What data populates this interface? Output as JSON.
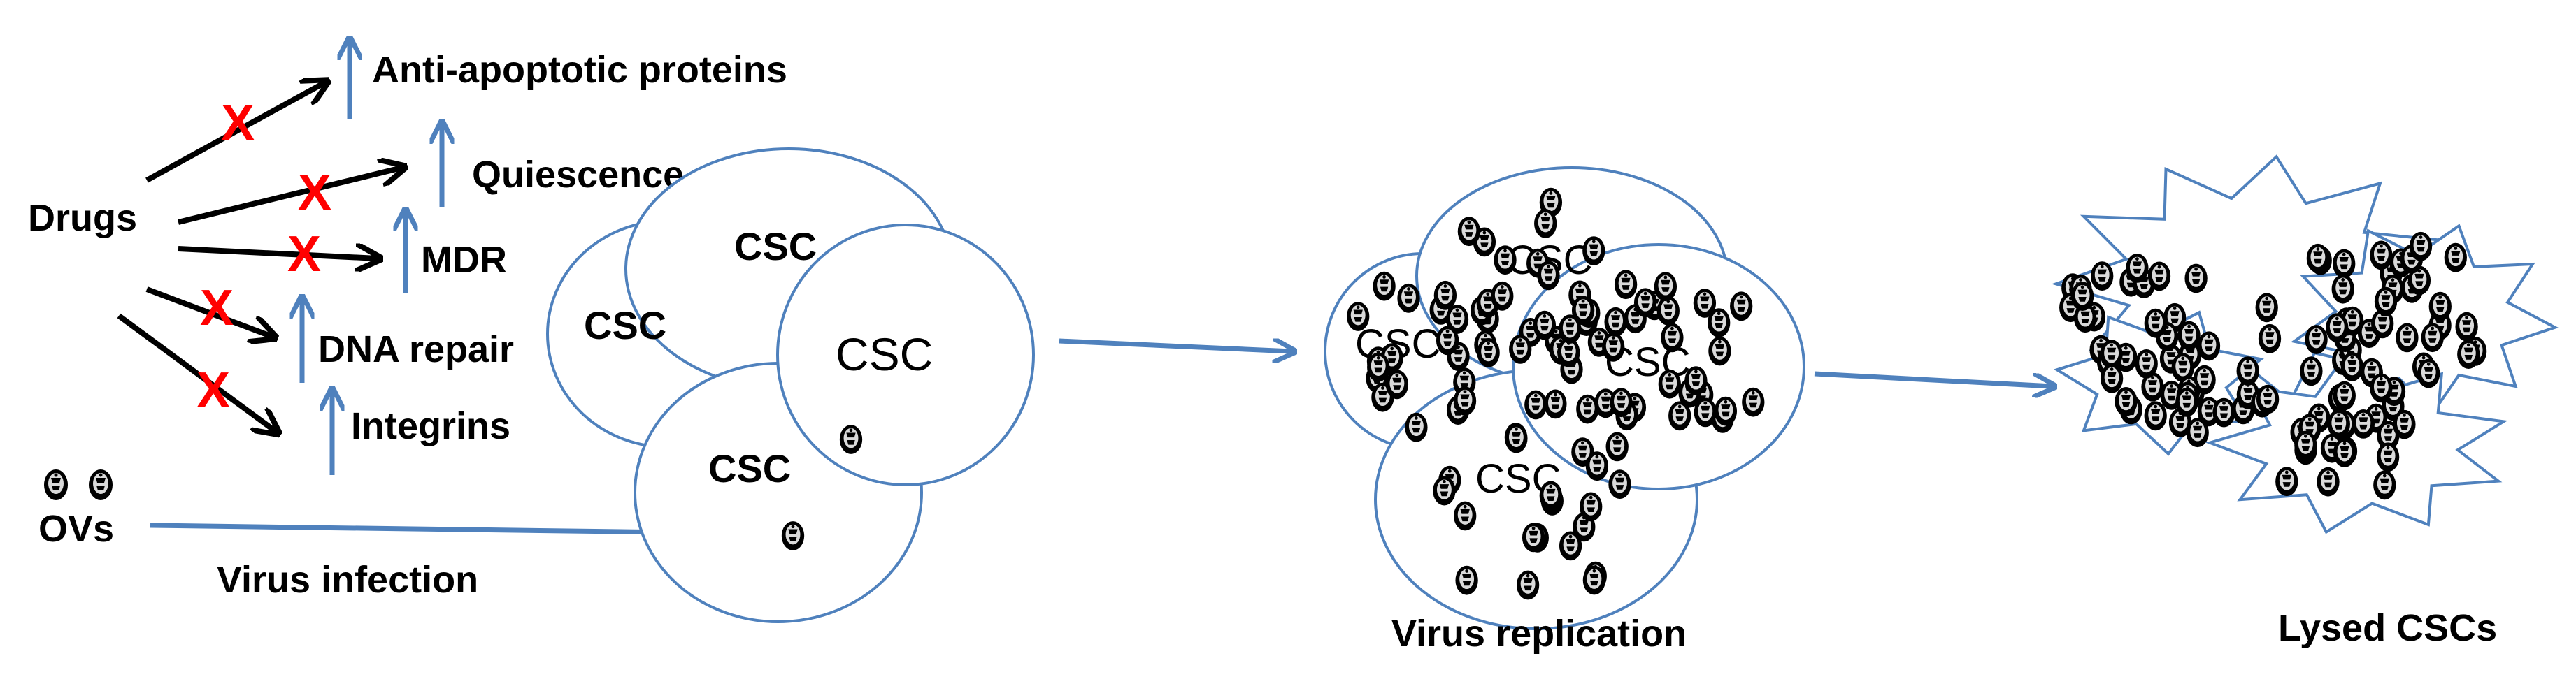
{
  "drug_panel": {
    "drugs_label": "Drugs",
    "ovs_label": "OVs",
    "virus_infection_label": "Virus infection",
    "targets": [
      {
        "label": "Anti-apoptotic proteins"
      },
      {
        "label": "Quiescence"
      },
      {
        "label": "MDR"
      },
      {
        "label": "DNA repair"
      },
      {
        "label": "Integrins"
      }
    ],
    "block_mark": "X"
  },
  "csc_cluster": {
    "cells": [
      "CSC",
      "CSC",
      "CSC",
      "CSC"
    ]
  },
  "replication": {
    "caption": "Virus replication",
    "cells": [
      "CSC",
      "CSC",
      "CSC",
      "CSC"
    ]
  },
  "lysis": {
    "caption": "Lysed CSCs"
  },
  "colors": {
    "outline_blue": "#4f81bd",
    "block_red": "#ff0000",
    "text": "#000000"
  },
  "icons": {
    "virus_particle": "virus-particle-icon"
  }
}
